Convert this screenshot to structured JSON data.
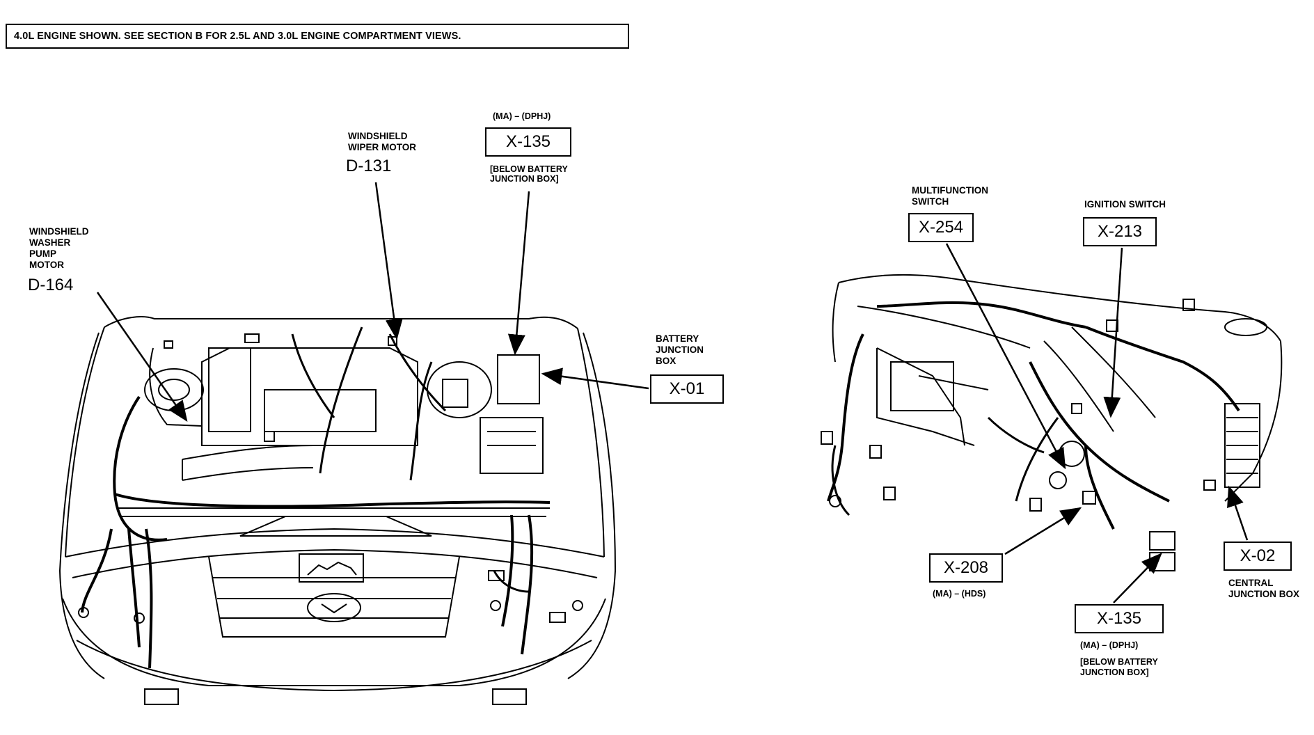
{
  "header": "4.0L ENGINE SHOWN. SEE SECTION B FOR 2.5L AND 3.0L ENGINE COMPARTMENT VIEWS.",
  "left_view": {
    "washer_pump": {
      "lines": [
        "WINDSHIELD",
        "WASHER",
        "PUMP",
        "MOTOR"
      ],
      "code": "D-164"
    },
    "wiper_motor": {
      "lines": [
        "WINDSHIELD",
        "WIPER MOTOR"
      ],
      "code": "D-131"
    },
    "connector_135": {
      "top": "(MA) – (DPHJ)",
      "code": "X-135",
      "note": [
        "[BELOW BATTERY",
        "JUNCTION BOX]"
      ]
    },
    "battery_jb": {
      "lines": [
        "BATTERY",
        "JUNCTION",
        "BOX"
      ],
      "code": "X-01"
    }
  },
  "right_view": {
    "multifunction": {
      "lines": [
        "MULTIFUNCTION",
        "SWITCH"
      ],
      "code": "X-254"
    },
    "ignition": {
      "label": "IGNITION SWITCH",
      "code": "X-213"
    },
    "connector_208": {
      "code": "X-208",
      "note": "(MA) – (HDS)"
    },
    "central_jb": {
      "code": "X-02",
      "lines": [
        "CENTRAL",
        "JUNCTION BOX"
      ]
    },
    "connector_135": {
      "code": "X-135",
      "top": "(MA) – (DPHJ)",
      "note": [
        "[BELOW BATTERY",
        "JUNCTION BOX]"
      ]
    }
  }
}
